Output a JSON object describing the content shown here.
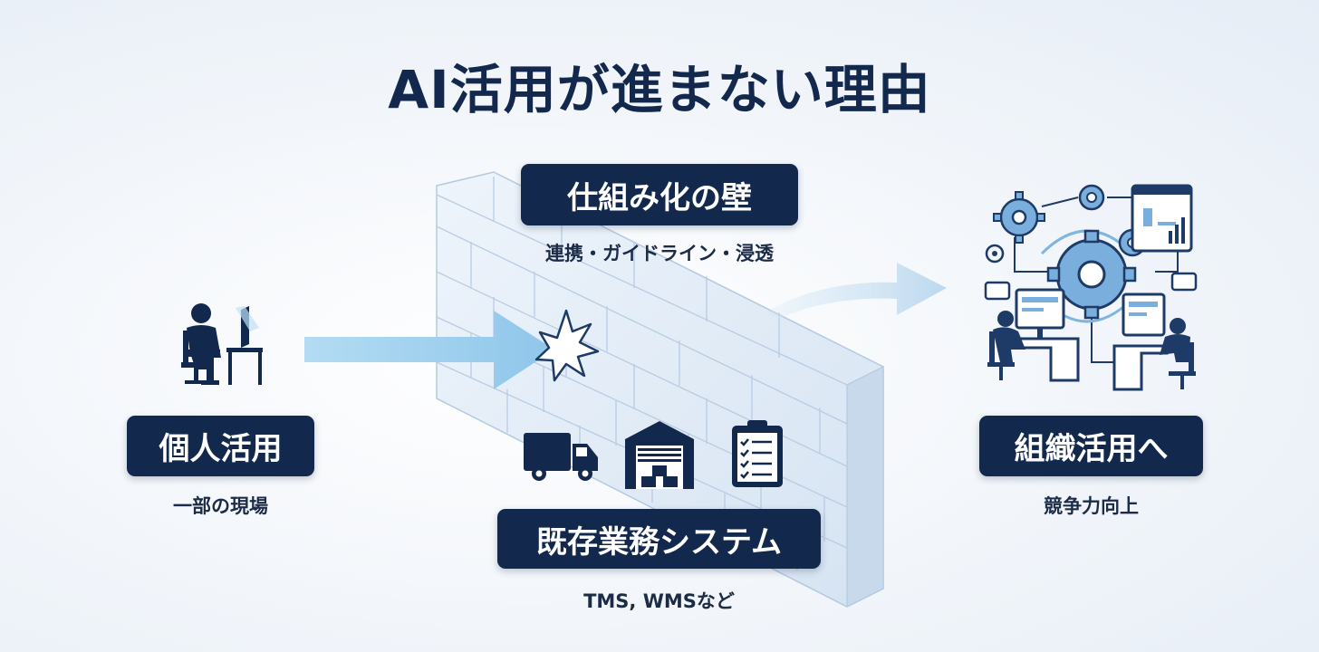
{
  "title": "AI活用が進まない理由",
  "left": {
    "label": "個人活用",
    "sub": "一部の現場",
    "icon": "person-at-desk-icon"
  },
  "wall_top": {
    "label": "仕組み化の壁",
    "sub": "連携・ガイドライン・浸透"
  },
  "wall_bottom": {
    "label": "既存業務システム",
    "sub": "TMS, WMSなど",
    "icons": [
      "truck-icon",
      "warehouse-icon",
      "checklist-icon"
    ]
  },
  "right": {
    "label": "組織活用へ",
    "sub": "競争力向上",
    "icon": "team-gears-icon"
  },
  "colors": {
    "navy": "#13284d",
    "arrow": "#9fd0ee",
    "wall": "#dde9f6",
    "wall_line": "#b4c9e1"
  }
}
